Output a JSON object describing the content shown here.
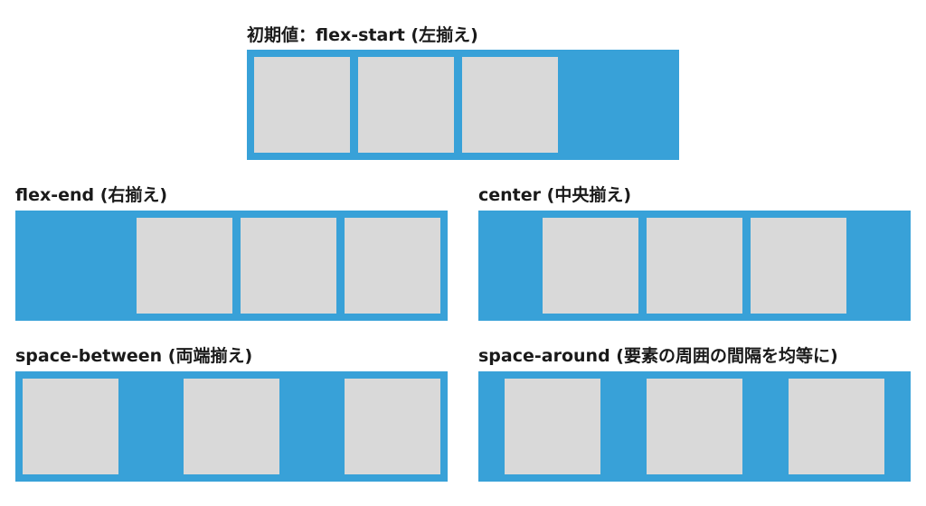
{
  "colors": {
    "container": "#38a1d8",
    "item": "#d9d9d9",
    "text": "#1a1a1a",
    "background": "#ffffff"
  },
  "panels": {
    "flex_start": {
      "label": "初期値：flex-start (左揃え)"
    },
    "flex_end": {
      "label": "flex-end (右揃え)"
    },
    "center": {
      "label": "center (中央揃え)"
    },
    "space_between": {
      "label": "space-between (両端揃え)"
    },
    "space_around": {
      "label": "space-around (要素の周囲の間隔を均等に)"
    }
  }
}
